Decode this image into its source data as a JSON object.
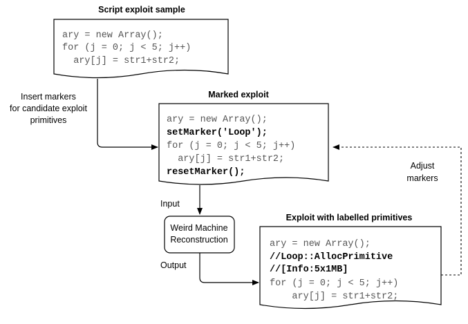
{
  "sample": {
    "title": "Script exploit sample",
    "lines": [
      "ary = new Array();",
      "for (j = 0; j < 5; j++)",
      "  ary[j] = str1+str2;"
    ]
  },
  "insert_label": [
    "Insert markers",
    "for candidate exploit",
    "primitives"
  ],
  "marked": {
    "title": "Marked exploit",
    "lines": [
      "ary = new Array();",
      "setMarker('Loop');",
      "for (j = 0; j < 5; j++)",
      "  ary[j] = str1+str2;",
      "resetMarker();"
    ]
  },
  "adjust_label": [
    "Adjust",
    "markers"
  ],
  "input_label": "Input",
  "machine": {
    "lines": [
      "Weird Machine",
      "Reconstruction"
    ]
  },
  "output_label": "Output",
  "labelled": {
    "title": "Exploit with labelled primitives",
    "lines": [
      "ary = new Array();",
      "//Loop::AllocPrimitive",
      "//[Info:5x1MB]",
      "for (j = 0; j < 5; j++)",
      "    ary[j] = str1+str2;"
    ]
  }
}
